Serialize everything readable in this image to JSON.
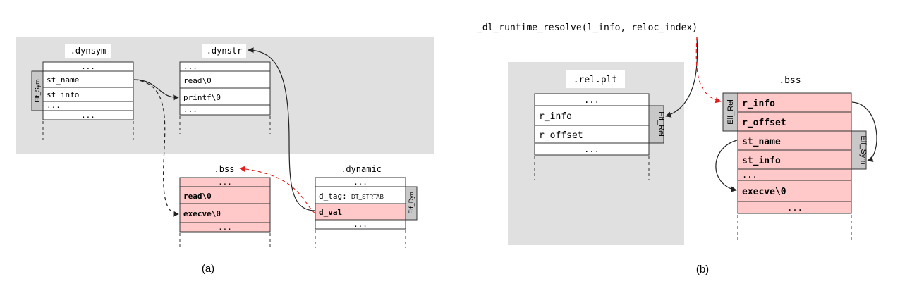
{
  "colors": {
    "panel_bg": "#e0e0e0",
    "highlight": "#ffc9c9",
    "cell_bg": "#ffffff",
    "border": "#333333",
    "tag_bg": "#c8c8c8",
    "arrow_black": "#222222",
    "arrow_red": "#e02020"
  },
  "part_a": {
    "caption": "(a)",
    "dynsym": {
      "title": ".dynsym",
      "tag": "Elf_Sym",
      "rows": [
        "...",
        "st_name",
        "st_info",
        "...",
        "..."
      ]
    },
    "dynstr": {
      "title": ".dynstr",
      "rows": [
        "...",
        "read\\0",
        "printf\\0",
        "..."
      ]
    },
    "bss": {
      "title": ".bss",
      "rows": [
        "...",
        "read\\0",
        "execve\\0",
        "..."
      ]
    },
    "dynamic": {
      "title": ".dynamic",
      "tag": "Elf_Dyn",
      "rows": [
        "...",
        "d_tag:",
        "d_val",
        "..."
      ],
      "d_tag_value": "DT_STRTAB"
    }
  },
  "part_b": {
    "caption": "(b)",
    "call": "_dl_runtime_resolve(l_info, reloc_index)",
    "relplt": {
      "title": ".rel.plt",
      "tag": "Elf_Rel",
      "rows": [
        "...",
        "r_info",
        "r_offset",
        "..."
      ]
    },
    "bss": {
      "title": ".bss",
      "tag_rel": "Elf_Rel",
      "tag_sym": "Elf_Sym",
      "rows": [
        "r_info",
        "r_offset",
        "st_name",
        "st_info",
        "...",
        "execve\\0",
        "..."
      ]
    }
  }
}
